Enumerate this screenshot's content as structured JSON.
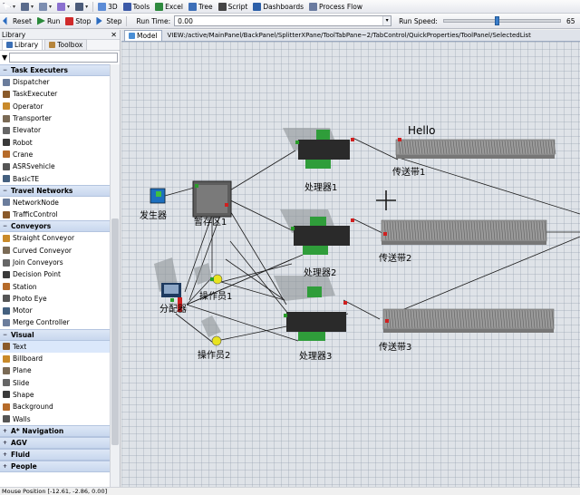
{
  "toolbar_top": {
    "items": [
      {
        "label": "",
        "icon": "pointer-icon"
      },
      {
        "label": "",
        "icon": "connect-icon"
      },
      {
        "label": "",
        "icon": "select-icon"
      },
      {
        "label": "",
        "icon": "shape-icon"
      },
      {
        "label": "",
        "icon": "view-icon"
      },
      {
        "label": "3D",
        "icon": "3d-icon"
      },
      {
        "label": "Tools",
        "icon": "tools-icon"
      },
      {
        "label": "Excel",
        "icon": "excel-icon"
      },
      {
        "label": "Tree",
        "icon": "tree-icon"
      },
      {
        "label": "Script",
        "icon": "script-icon"
      },
      {
        "label": "Dashboards",
        "icon": "dashboards-icon"
      },
      {
        "label": "Process Flow",
        "icon": "process-flow-icon"
      }
    ]
  },
  "toolbar_run": {
    "reset": "Reset",
    "run": "Run",
    "stop": "Stop",
    "step": "Step",
    "run_time_label": "Run Time:",
    "run_time_value": "0.00",
    "run_speed_label": "Run Speed:",
    "run_speed_value": "65"
  },
  "library": {
    "title": "Library",
    "tabs": [
      "Library",
      "Toolbox"
    ],
    "categories": [
      {
        "name": "Task Executers",
        "expanded": true,
        "items": [
          "Dispatcher",
          "TaskExecuter",
          "Operator",
          "Transporter",
          "Elevator",
          "Robot",
          "Crane",
          "ASRSvehicle",
          "BasicTE"
        ]
      },
      {
        "name": "Travel Networks",
        "expanded": true,
        "items": [
          "NetworkNode",
          "TrafficControl"
        ]
      },
      {
        "name": "Conveyors",
        "expanded": true,
        "items": [
          "Straight Conveyor",
          "Curved Conveyor",
          "Join Conveyors",
          "Decision Point",
          "Station",
          "Photo Eye",
          "Motor",
          "Merge Controller"
        ]
      },
      {
        "name": "Visual",
        "expanded": true,
        "items": [
          "Text",
          "Billboard",
          "Plane",
          "Slide",
          "Shape",
          "Background",
          "Walls"
        ]
      },
      {
        "name": "A* Navigation",
        "expanded": false,
        "items": []
      },
      {
        "name": "AGV",
        "expanded": false,
        "items": []
      },
      {
        "name": "Fluid",
        "expanded": false,
        "items": []
      },
      {
        "name": "People",
        "expanded": false,
        "items": []
      }
    ],
    "selected_item": "Text"
  },
  "main": {
    "tab_label": "Model",
    "view_path": "VIEW:/active/MainPanel/BackPanel/SplitterXPane/ToolTabPane~2/TabControl/QuickProperties/ToolPanel/SelectedList"
  },
  "model": {
    "hello_text": "Hello",
    "source": "发生器",
    "queue": "暂存区1",
    "dispatcher": "分配器",
    "operator1": "操作员1",
    "operator2": "操作员2",
    "processor1": "处理器1",
    "processor2": "处理器2",
    "processor3": "处理器3",
    "conveyor1": "传送带1",
    "conveyor2": "传送带2",
    "conveyor3": "传送带3"
  },
  "status_bar": {
    "mouse_position": "Mouse Position [-12.61, -2.86, 0.00]"
  },
  "colors": {
    "grid_bg": "#dfe3e8",
    "category_bg": "#c8d7ee",
    "selected_bg": "#dbe8fb",
    "processor_green": "#2f9d3a",
    "accent_blue": "#3a7dc9"
  }
}
